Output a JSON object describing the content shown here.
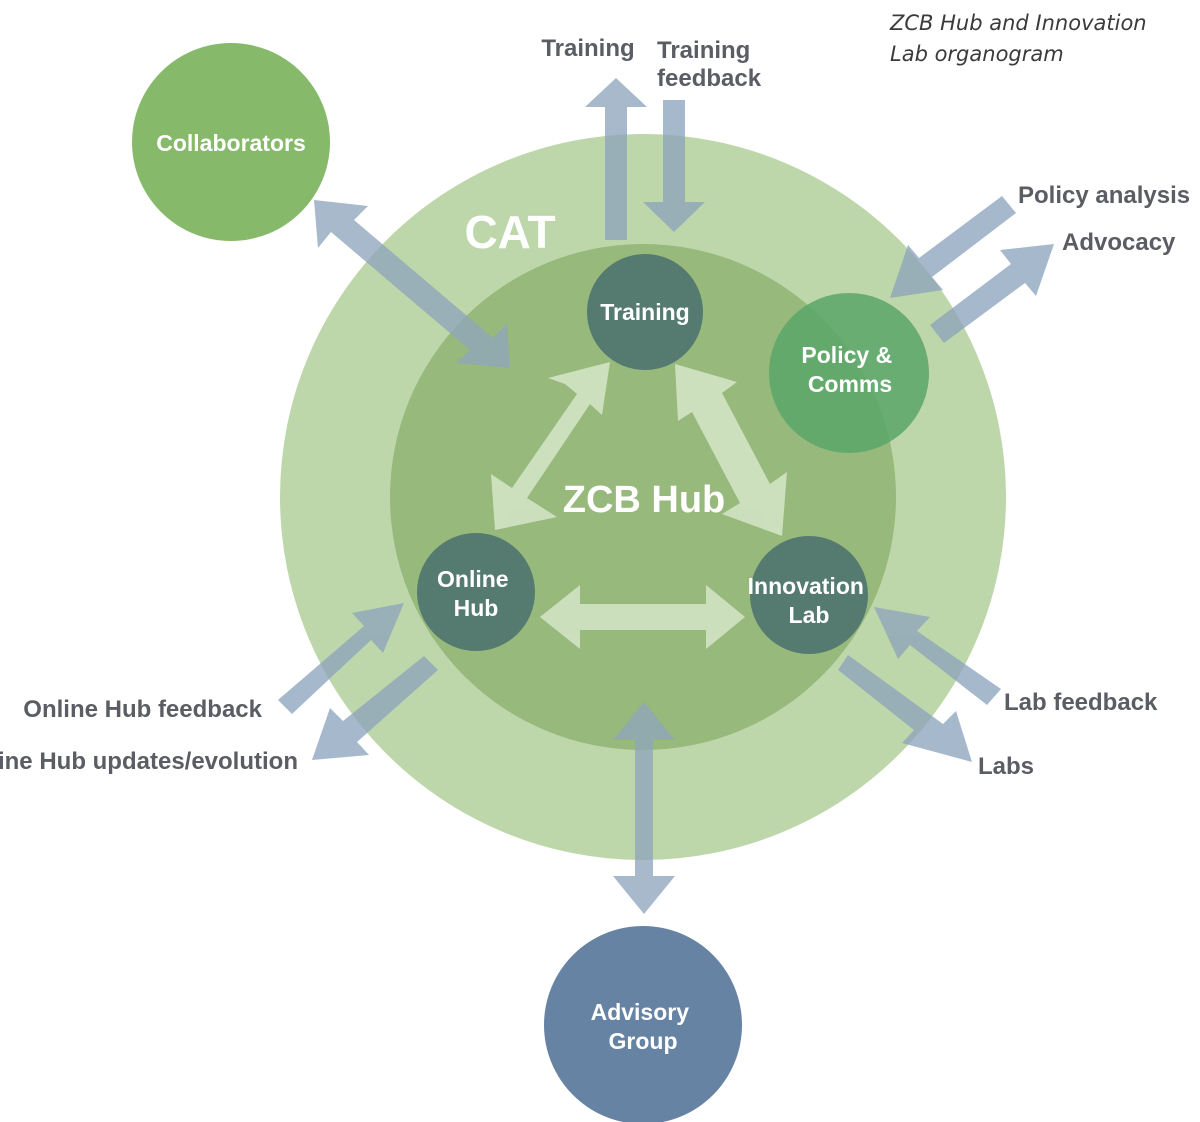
{
  "caption": [
    "ZCB Hub and Innovation",
    "Lab organogram"
  ],
  "outer": {
    "label": "CAT"
  },
  "hub": {
    "label": "ZCB Hub"
  },
  "nodes": {
    "training": [
      "Training"
    ],
    "policy": [
      "Policy &",
      "Comms"
    ],
    "online": [
      "Online",
      "Hub"
    ],
    "innovation": [
      "Innovation",
      "Lab"
    ],
    "collaborators": [
      "Collaborators"
    ],
    "advisory": [
      "Advisory",
      "Group"
    ]
  },
  "flows": {
    "training_out": "Training",
    "training_feedback": [
      "Training",
      "feedback"
    ],
    "policy_analysis": "Policy analysis",
    "advocacy": "Advocacy",
    "online_feedback": "Online Hub feedback",
    "online_updates": "Online Hub updates/evolution",
    "lab_feedback": "Lab feedback",
    "labs": "Labs"
  },
  "colors": {
    "outer_ring": "#bdd7aa",
    "hub": "#97b97c",
    "node_dark": "#557a70",
    "policy": "#5aa66a",
    "collaborators": "#86b96a",
    "advisory": "#6683a3",
    "arrow_blue": "#8ea5bd",
    "arrow_light": "#cfe0c0"
  }
}
